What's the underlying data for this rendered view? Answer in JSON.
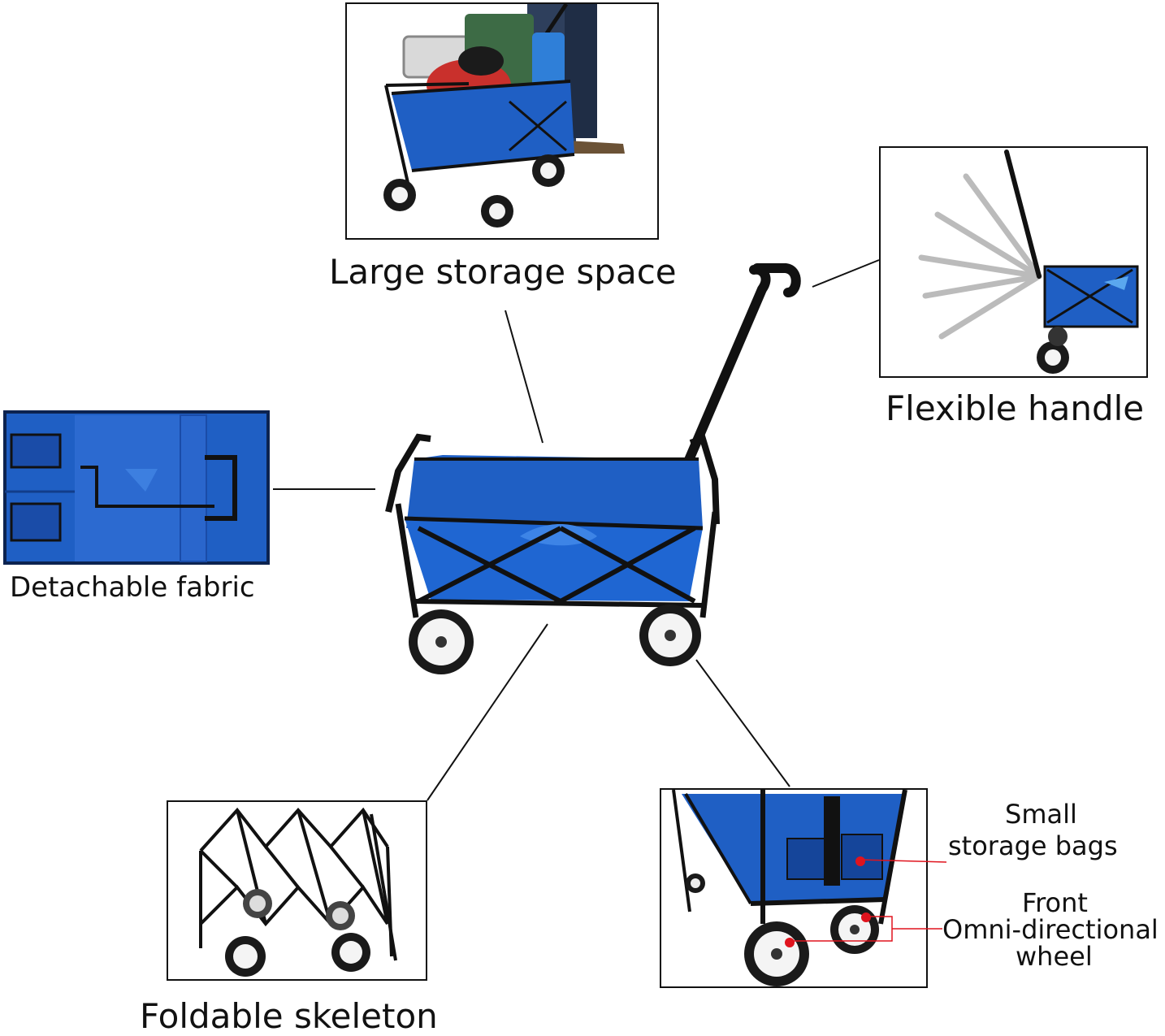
{
  "labels": {
    "large_storage": "Large storage space",
    "flexible_handle": "Flexible handle",
    "detachable_fabric": "Detachable fabric",
    "foldable_skeleton": "Foldable skeleton",
    "small_bags_line1": "Small",
    "small_bags_line2": "storage bags",
    "front_line1": "Front",
    "front_line2": "Omni-directional",
    "front_line3": "wheel"
  },
  "colors": {
    "fabric_blue": "#1f5fc4",
    "fabric_dark": "#15459a",
    "frame": "#111111",
    "tire": "#1a1a1a",
    "rim": "#f4f4f4",
    "callout_red": "#e0141e"
  }
}
